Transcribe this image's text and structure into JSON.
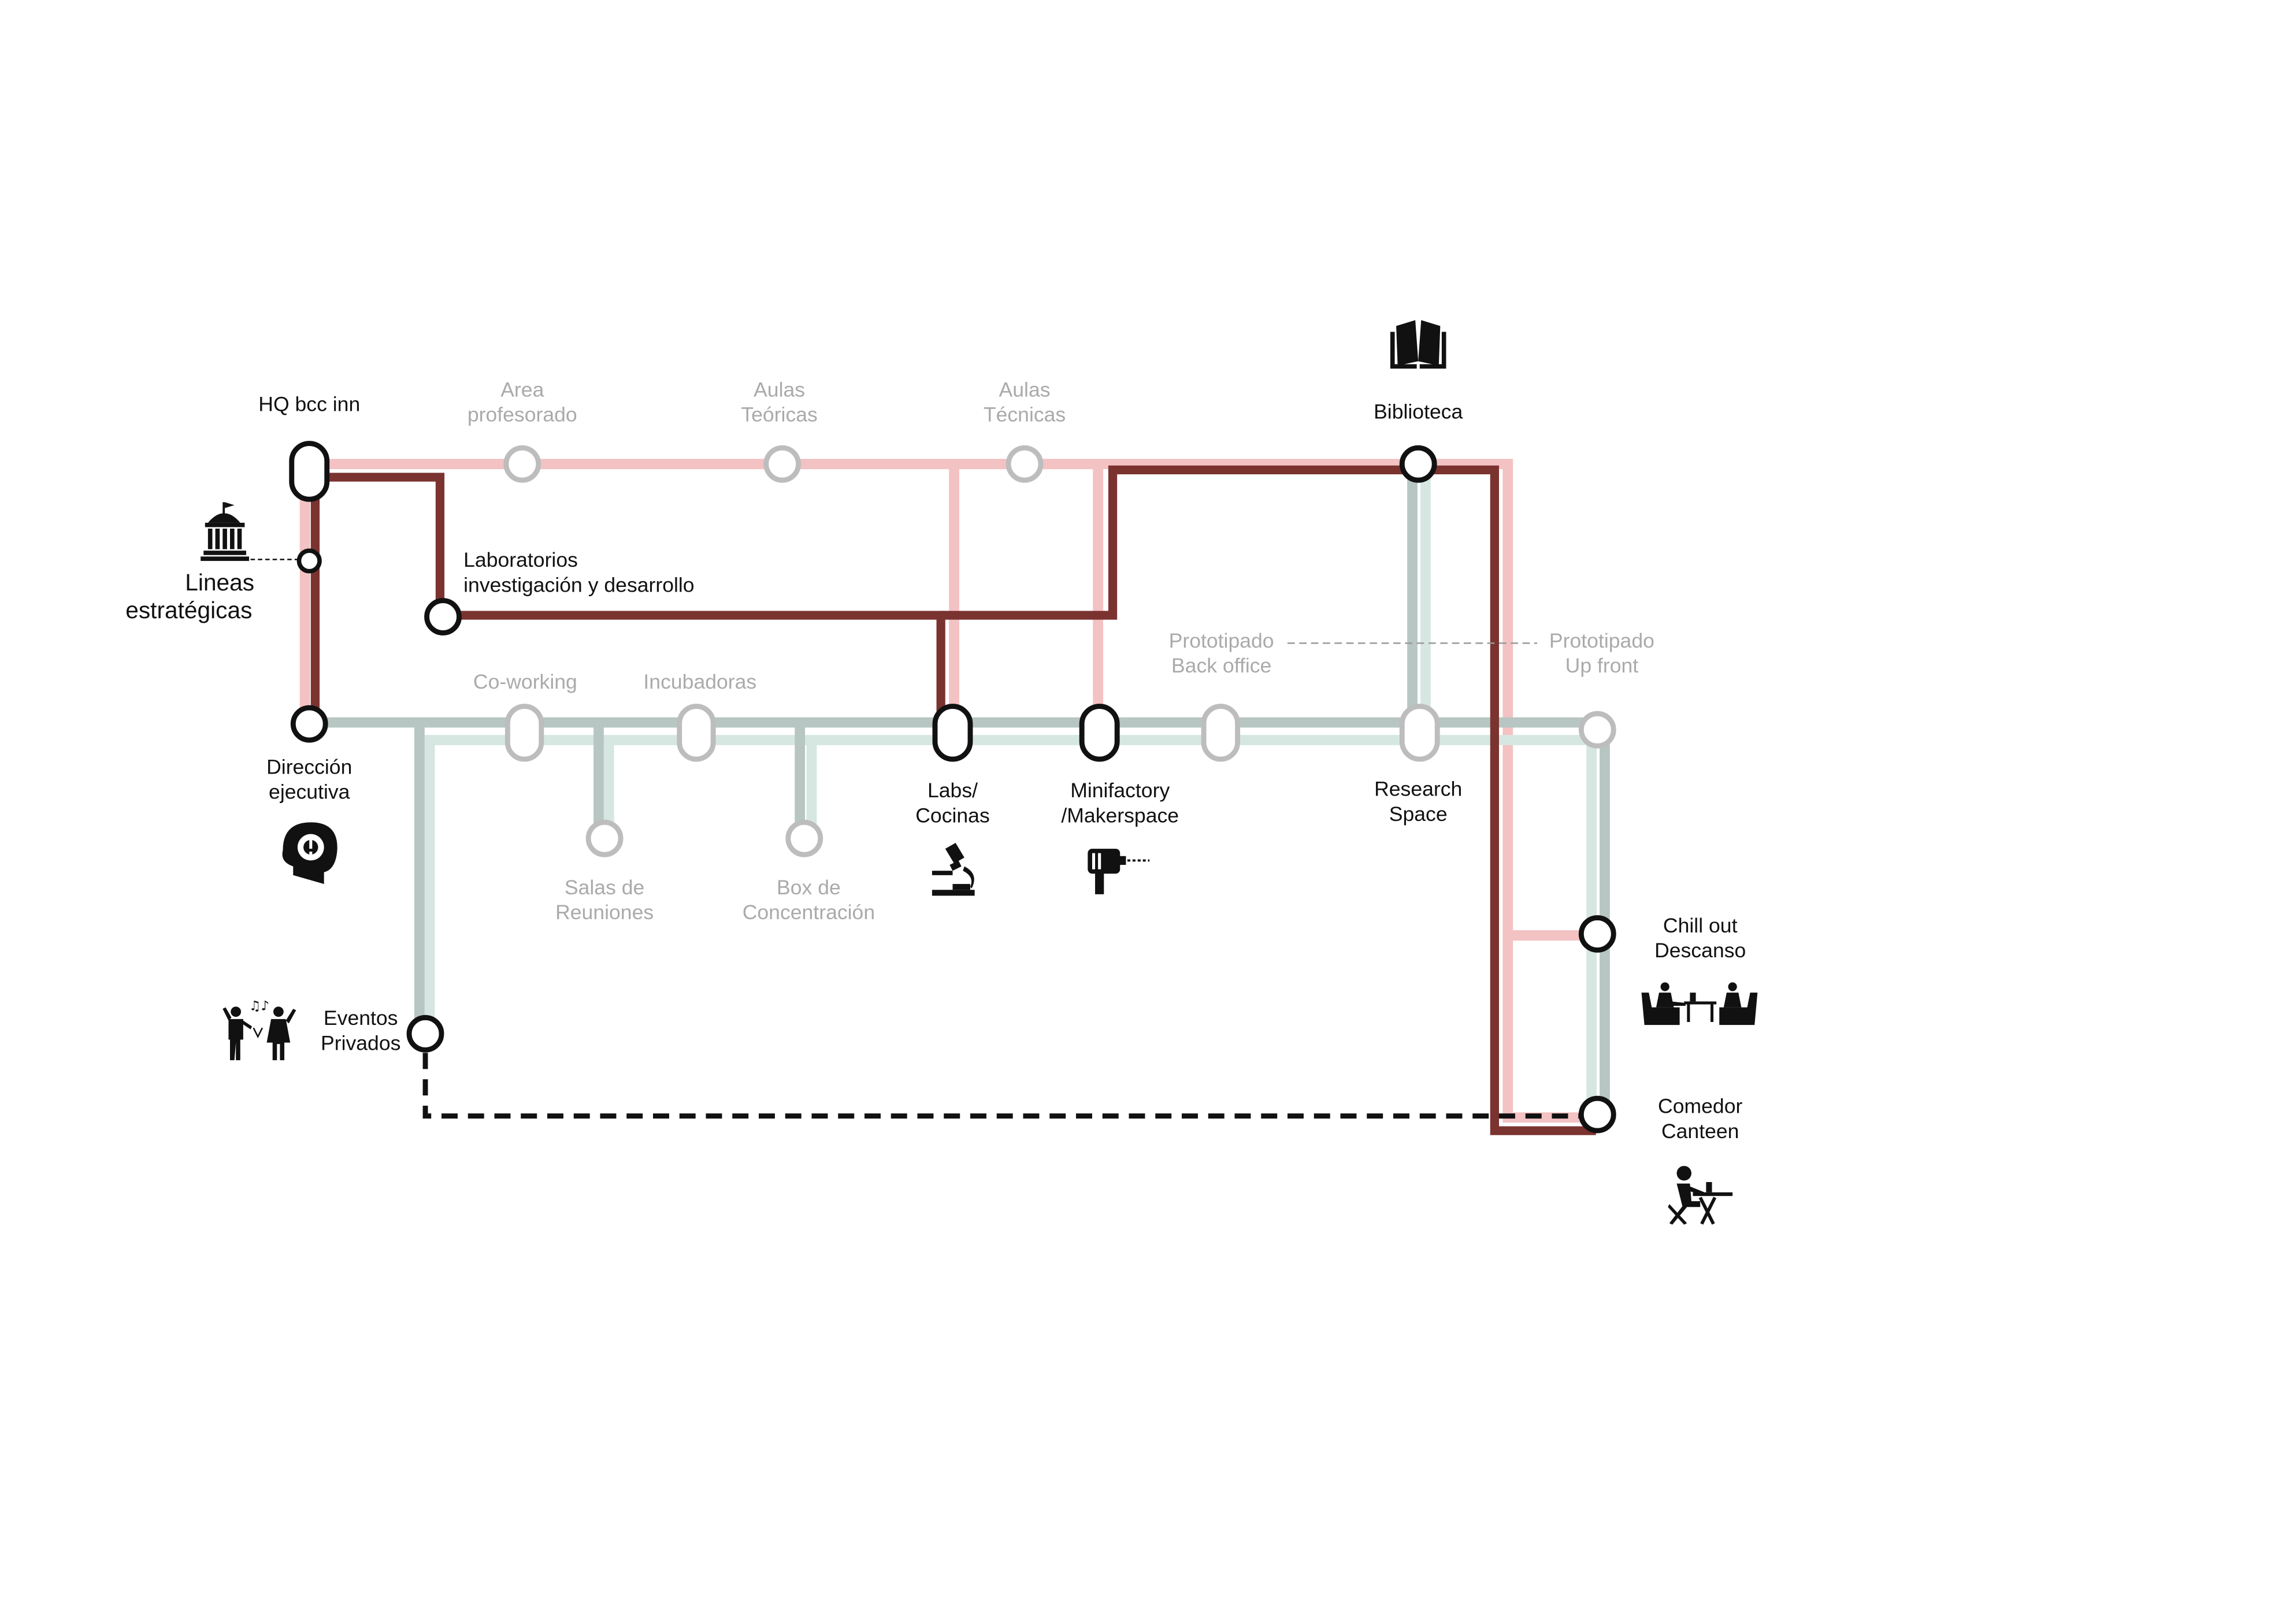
{
  "colors": {
    "dark_red": "#7b3330",
    "pink": "#f3c2c3",
    "gray_green": "#b7c6c2",
    "light_green": "#d6e7e2",
    "gray_station": "#bdbdbd",
    "black": "#111111"
  },
  "stations": {
    "hq": {
      "line1": "HQ bcc inn",
      "line2": ""
    },
    "area_profesorado": {
      "line1": "Area",
      "line2": "profesorado"
    },
    "aulas_teoricas": {
      "line1": "Aulas",
      "line2": "Teóricas"
    },
    "aulas_tecnicas": {
      "line1": "Aulas",
      "line2": "Técnicas"
    },
    "biblioteca": {
      "line1": "Biblioteca",
      "line2": ""
    },
    "lineas": {
      "line1": "Lineas",
      "line2": "estratégicas"
    },
    "laboratorios": {
      "line1": "Laboratorios",
      "line2": "investigación y desarrollo"
    },
    "direccion": {
      "line1": "Dirección",
      "line2": "ejecutiva"
    },
    "coworking": {
      "line1": "Co-working",
      "line2": ""
    },
    "incubadoras": {
      "line1": "Incubadoras",
      "line2": ""
    },
    "prototipado_back": {
      "line1": "Prototipado",
      "line2": "Back office"
    },
    "prototipado_up": {
      "line1": "Prototipado",
      "line2": "Up front"
    },
    "labs_cocinas": {
      "line1": "Labs/",
      "line2": "Cocinas"
    },
    "minifactory": {
      "line1": "Minifactory",
      "line2": "/Makerspace"
    },
    "research": {
      "line1": "Research",
      "line2": "Space"
    },
    "salas": {
      "line1": "Salas de",
      "line2": "Reuniones"
    },
    "box": {
      "line1": "Box de",
      "line2": "Concentración"
    },
    "chill": {
      "line1": "Chill out",
      "line2": "Descanso"
    },
    "eventos": {
      "line1": "Eventos",
      "line2": "Privados"
    },
    "comedor": {
      "line1": "Comedor",
      "line2": "Canteen"
    }
  },
  "icons": [
    "book-icon",
    "government-building-icon",
    "head-gear-icon",
    "microscope-icon",
    "drill-icon",
    "party-people-icon",
    "lounge-chairs-icon",
    "dining-person-icon"
  ]
}
